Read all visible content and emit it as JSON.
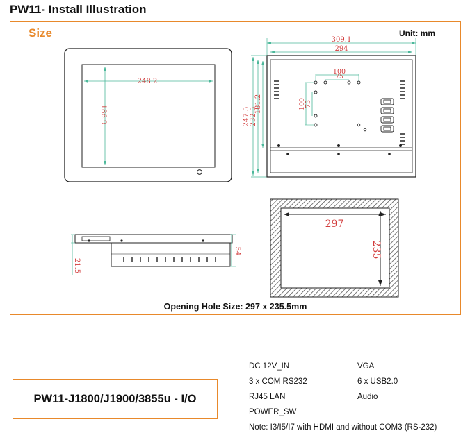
{
  "page_title": "PW11- Install Illustration",
  "size_section": {
    "heading": "Size",
    "unit": "Unit: mm",
    "front_view": {
      "screen_width": "248.2",
      "screen_height": "186.9"
    },
    "back_view": {
      "outer_width": "309.1",
      "inner_width": "294",
      "outer_height": "247.5",
      "mid_height": "232.5",
      "inner_height": "181.2",
      "vesa_outer_w": "100",
      "vesa_inner_w": "75",
      "vesa_outer_h": "100",
      "vesa_inner_h": "75"
    },
    "side_view": {
      "depth_total": "54",
      "depth_bezel": "21.5"
    },
    "opening_view": {
      "width": "297",
      "height": "235"
    },
    "caption": "Opening Hole Size: 297 x 235.5mm"
  },
  "model": {
    "label": "PW11-J1800/J1900/3855u - I/O"
  },
  "io": {
    "col1": [
      "DC 12V_IN",
      "3 x COM RS232",
      "RJ45 LAN",
      "POWER_SW"
    ],
    "col2": [
      "VGA",
      "6 x USB2.0",
      "Audio"
    ],
    "note": "Note: I3/I5/I7 with HDMI and without COM3 (RS-232)"
  },
  "colors": {
    "accent": "#e8892b",
    "dimension": "#d23c3c",
    "extension": "#4bb89a",
    "hatch": "#555555"
  }
}
